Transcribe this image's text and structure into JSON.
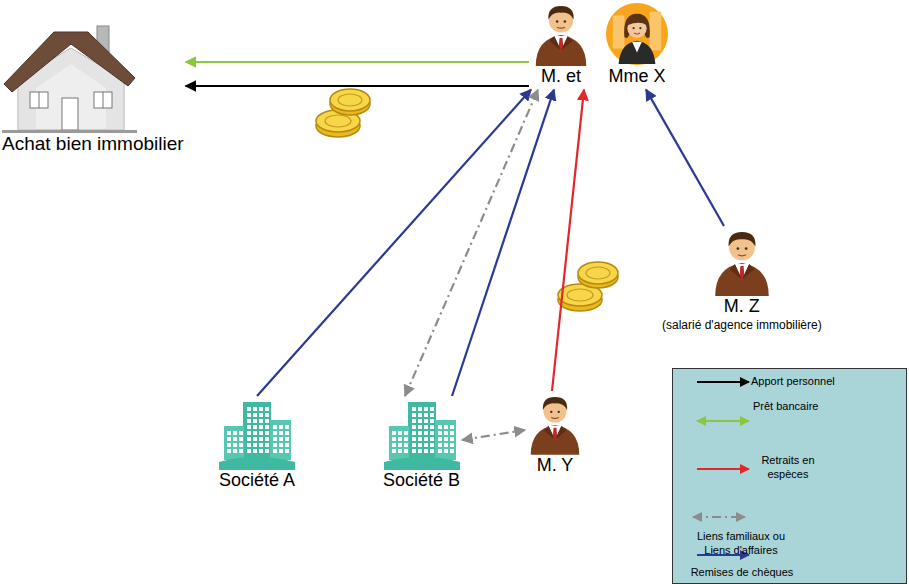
{
  "diagram": {
    "nodes": [
      {
        "text": [
          "Achat bien immobilier"
        ]
      },
      {
        "text": [
          "M. et",
          "Mme X"
        ]
      },
      {
        "text": [
          "M. Z",
          "(salarié d'agence immobilière)"
        ]
      },
      {
        "text": [
          "Société A"
        ]
      },
      {
        "text": [
          "Société B"
        ]
      },
      {
        "text": [
          "M. Y"
        ]
      }
    ],
    "edges": [
      {
        "from": 1,
        "to": 0,
        "arrow": "to"
      },
      {
        "from": 1,
        "to": 0,
        "arrow": "to"
      },
      {
        "from": 3,
        "to": 1,
        "arrow": "to"
      },
      {
        "from": 4,
        "to": 1,
        "arrow": "both"
      },
      {
        "from": 4,
        "to": 1,
        "arrow": "to"
      },
      {
        "from": 5,
        "to": 1,
        "arrow": "to"
      },
      {
        "from": 4,
        "to": 5,
        "arrow": "both"
      },
      {
        "from": 2,
        "to": 1,
        "arrow": "to"
      }
    ],
    "legend": [
      {
        "text": "Apport personnel"
      },
      {
        "text": "Prêt bancaire"
      },
      {
        "text": "Retraits en espèces"
      },
      {
        "text": "Liens familiaux ou Liens d'affaires"
      },
      {
        "text": "Remises de chèques"
      }
    ]
  }
}
